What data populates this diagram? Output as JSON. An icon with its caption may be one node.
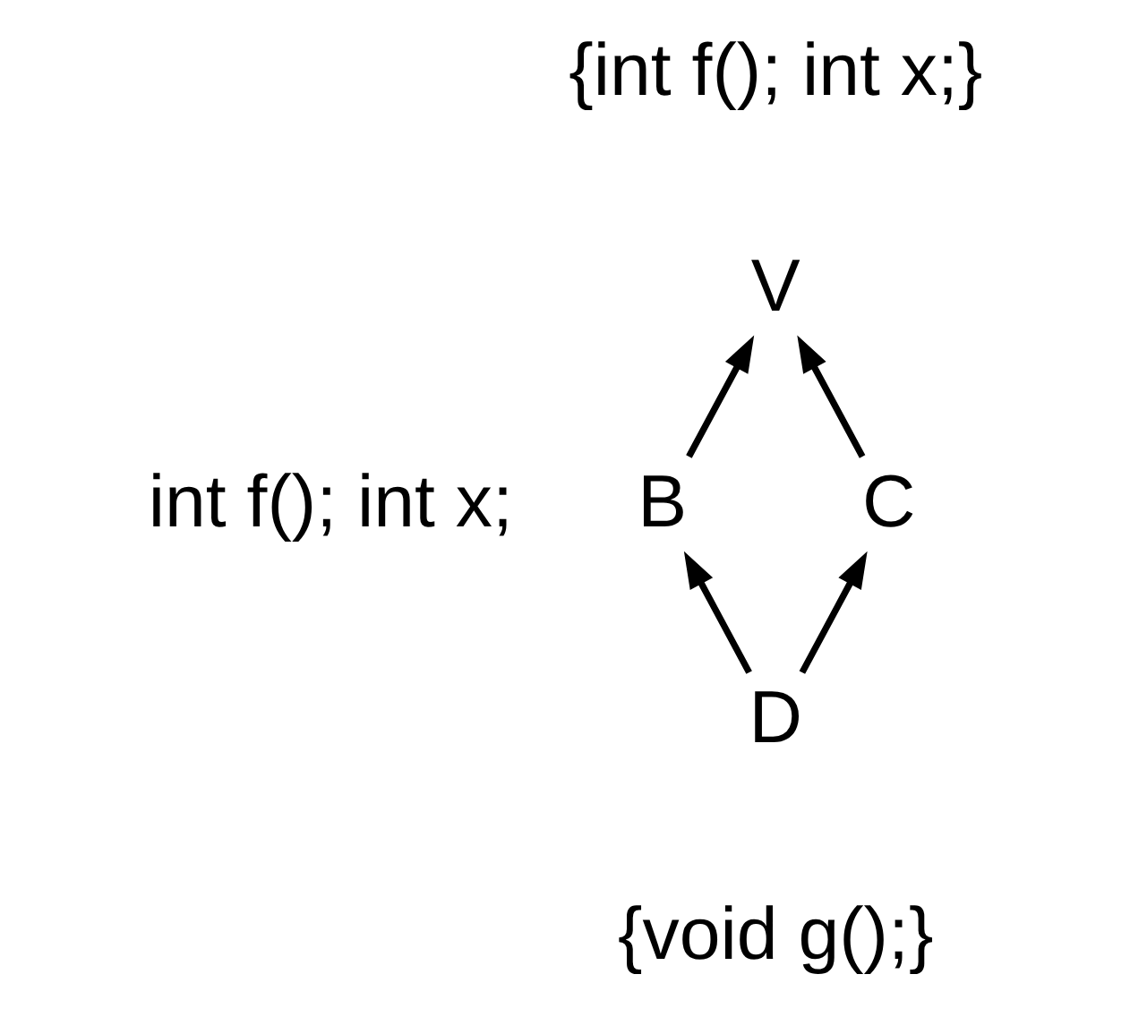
{
  "diagram": {
    "nodes": [
      {
        "text": [
          "V"
        ],
        "beside": [
          "{int f(); int x;}"
        ]
      },
      {
        "text": [
          "B"
        ],
        "beside": [
          "int f(); int x;"
        ]
      },
      {
        "text": [
          "C"
        ]
      },
      {
        "text": [
          "D"
        ],
        "beside": [
          "{void g();}"
        ]
      }
    ],
    "edges": [
      {
        "from": 1,
        "to": 0,
        "arrow": "to"
      },
      {
        "from": 2,
        "to": 0,
        "arrow": "to"
      },
      {
        "from": 3,
        "to": 1,
        "arrow": "to"
      },
      {
        "from": 3,
        "to": 2,
        "arrow": "to"
      }
    ]
  }
}
